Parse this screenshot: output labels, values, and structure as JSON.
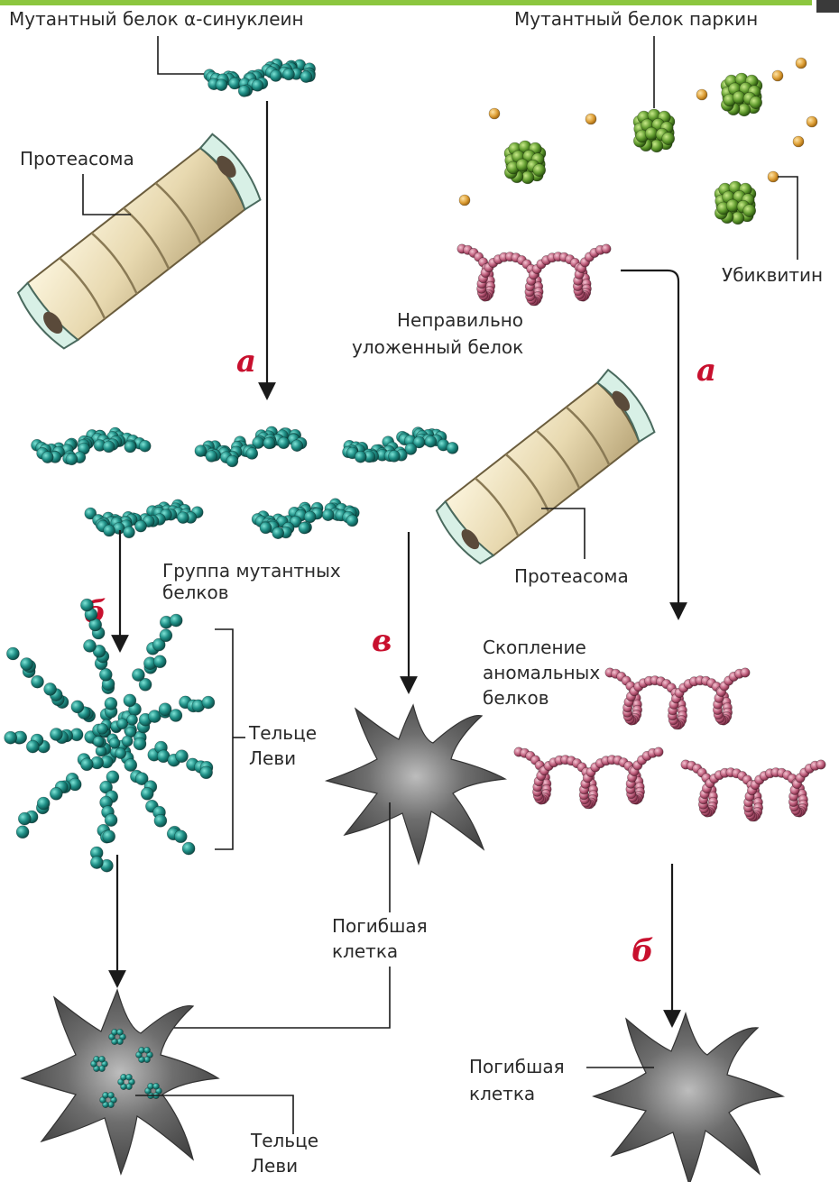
{
  "left": {
    "alpha_synuclein_label": "Мутантный белок α-синуклеин",
    "proteasome_label": "Протеасома",
    "step_a": "а",
    "group_label_line1": "Группа мутантных",
    "group_label_line2": "белков",
    "step_b": "б",
    "step_v": "в",
    "lewy_body_label_line1": "Тельце",
    "lewy_body_label_line2": "Леви",
    "dead_cell_label_line1": "Погибшая",
    "dead_cell_label_line2": "клетка",
    "lewy_body_cell_label_line1": "Тельце",
    "lewy_body_cell_label_line2": "Леви"
  },
  "right": {
    "parkin_label": "Мутантный белок паркин",
    "ubiquitin_label": "Убиквитин",
    "misfolded_label_line1": "Неправильно",
    "misfolded_label_line2": "уложенный белок",
    "step_a": "а",
    "proteasome_label": "Протеасома",
    "accumulation_label_line1": "Скопление",
    "accumulation_label_line2": "аномальных",
    "accumulation_label_line3": "белков",
    "step_b": "б",
    "dead_cell_label_line1": "Погибшая",
    "dead_cell_label_line2": "клетка"
  },
  "colors": {
    "synuclein": "#1f8f86",
    "misfolded": "#c0607e",
    "parkin": "#5f9a2d",
    "ubiquitin": "#e0a23a",
    "proteasome": "#e8d9b0",
    "cell": "#777777",
    "step_letter": "#c8102e"
  }
}
